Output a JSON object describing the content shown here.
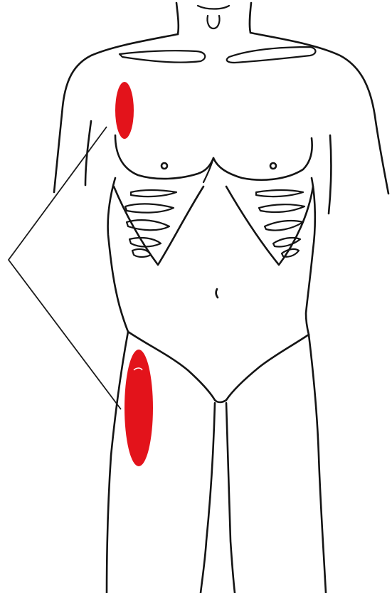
{
  "colors": {
    "background": "#ffffff",
    "outline": "#141414",
    "highlight": "#e3131b"
  },
  "regions": [
    {
      "name": "upper-arm-region",
      "shape": "ellipse",
      "color": "#e3131b"
    },
    {
      "name": "thigh-region",
      "shape": "ellipse",
      "color": "#e3131b"
    }
  ],
  "connector": {
    "shape": "bracket",
    "links": [
      "upper-arm-region",
      "thigh-region"
    ]
  }
}
